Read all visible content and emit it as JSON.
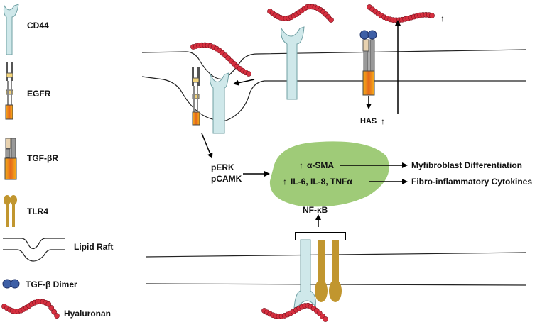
{
  "legend": {
    "cd44": "CD44",
    "egfr": "EGFR",
    "tgfbr": "TGF-βR",
    "tlr4": "TLR4",
    "lipid_raft": "Lipid Raft",
    "tgfb_dimer": "TGF-β  Dimer",
    "hyaluronan": "Hyaluronan"
  },
  "labels": {
    "has": "HAS",
    "perk": "pERK",
    "pcamk": "pCAMK",
    "alpha_sma": "α-SMA",
    "cytokines": "IL-6, IL-8, TNFα",
    "nfkb": "NF-κB",
    "myofib": "Myfibroblast Differentiation",
    "fibro": "Fibro-inflammatory Cytokines",
    "up_arrow": "↑"
  },
  "colors": {
    "cd44": "#cfe8ea",
    "hyaluronan": "#d62f3f",
    "tlr4": "#c1962f",
    "green_blob": "#9fcb78",
    "dimer": "#3e5fa6",
    "egfr_yellow": "#f2d47a",
    "tgfbr_orange": "#e8731f",
    "tgfbr_tan": "#e8d2b0"
  }
}
